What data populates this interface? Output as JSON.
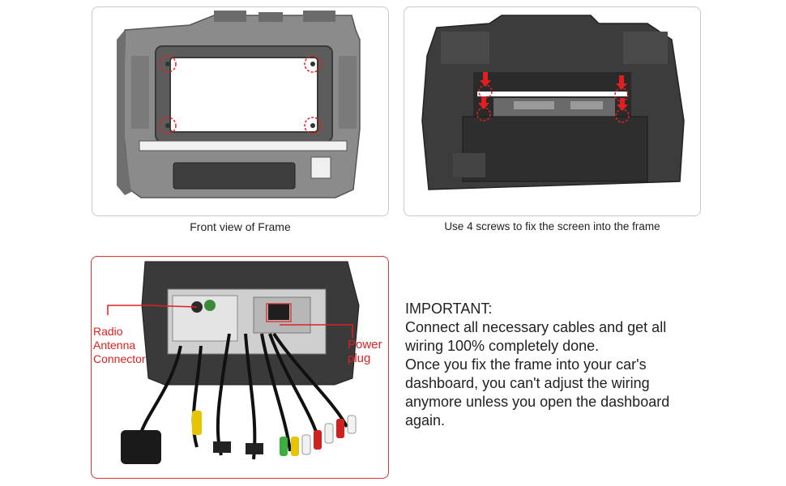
{
  "captions": {
    "front": "Front view of Frame",
    "screws": "Use 4 screws to fix the screen into the frame"
  },
  "labels": {
    "radio": [
      "Radio",
      "Antenna",
      "Connector"
    ],
    "power": [
      "Power",
      "plug"
    ]
  },
  "important": {
    "heading": "IMPORTANT:",
    "lines": [
      "Connect all necessary cables and get all",
      "wiring 100% completely done.",
      "Once you fix the frame into your car's",
      "dashboard, you can't adjust the wiring",
      "anymore unless you open the dashboard",
      "again."
    ]
  },
  "colors": {
    "accent": "#e02020",
    "frame": "#8a8a8a",
    "frame_dark": "#4a4a4a"
  }
}
